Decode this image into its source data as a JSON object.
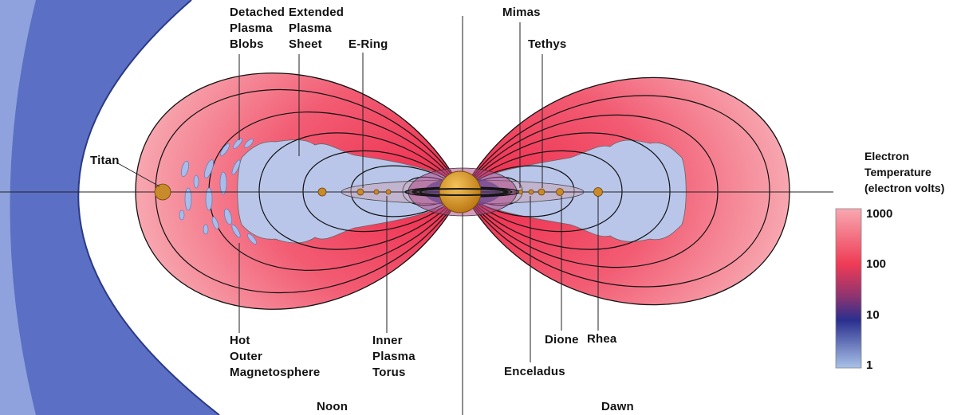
{
  "labels": {
    "detached": [
      "Detached",
      "Plasma",
      "Blobs"
    ],
    "extended": [
      "Extended",
      "Plasma",
      "Sheet"
    ],
    "ering": "E-Ring",
    "mimas": "Mimas",
    "tethys": "Tethys",
    "titan": "Titan",
    "hot": [
      "Hot",
      "Outer",
      "Magnetosphere"
    ],
    "inner": [
      "Inner",
      "Plasma",
      "Torus"
    ],
    "dione": "Dione",
    "rhea": "Rhea",
    "enceladus": "Enceladus",
    "noon": "Noon",
    "dawn": "Dawn"
  },
  "legend": {
    "title": [
      "Electron",
      "Temperature",
      "(electron volts)"
    ],
    "ticks": [
      "1000",
      "100",
      "10",
      "1"
    ],
    "colors": [
      "#f7a3aa",
      "#ee3b55",
      "#2a2f8e",
      "#a9c2e8"
    ]
  },
  "colors": {
    "magnetopause": "#5b6fc4",
    "hot_plasma": "#ee4a5f",
    "cold_plasma": "#b9c6ea",
    "planet": "#d9941e"
  }
}
